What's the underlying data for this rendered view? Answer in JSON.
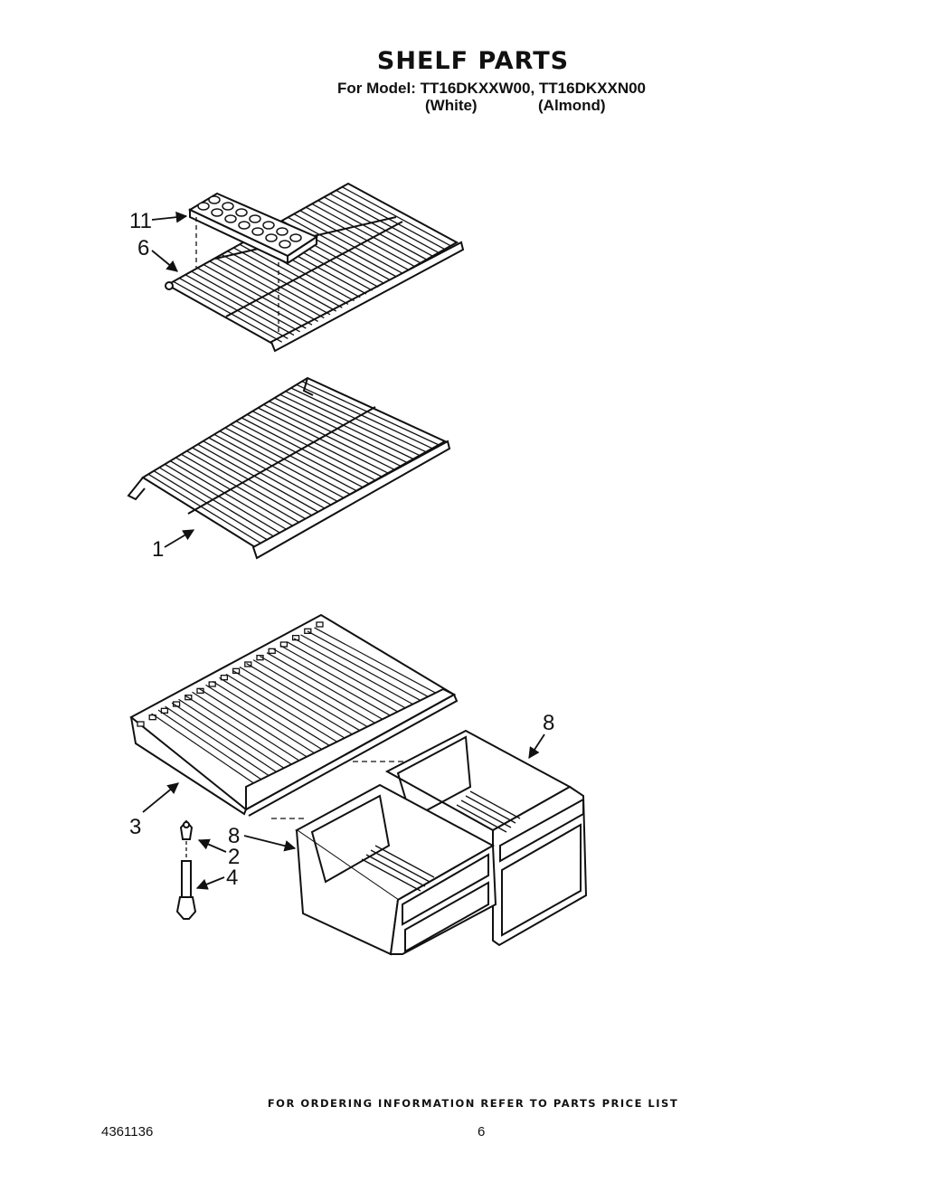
{
  "header": {
    "title": "SHELF PARTS",
    "model_line": "For Model: TT16DKXXW00, TT16DKXXN00",
    "color_white": "(White)",
    "color_almond": "(Almond)"
  },
  "callouts": {
    "ice_tray": "11",
    "upper_shelf": "6",
    "middle_shelf": "1",
    "crisper_cover": "3",
    "support": "2",
    "support_rod": "4",
    "crisper_left": "8",
    "crisper_right": "8"
  },
  "footer": {
    "note": "FOR ORDERING INFORMATION REFER TO PARTS PRICE LIST",
    "doc_number": "4361136",
    "page_number": "6"
  }
}
